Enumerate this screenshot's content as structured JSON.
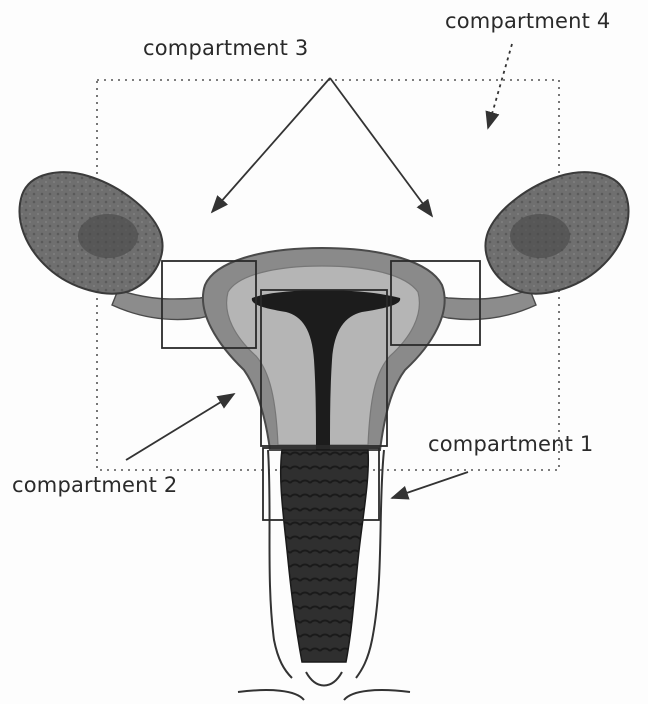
{
  "labels": {
    "compartment_1": "compartment 1",
    "compartment_2": "compartment 2",
    "compartment_3": "compartment 3",
    "compartment_4": "compartment 4"
  },
  "colors": {
    "ovary": "#6f6f6f",
    "ovary_core": "#4a4a4a",
    "tube": "#8c8c8c",
    "uterus_outer": "#8a8a8a",
    "uterus_inner": "#b5b5b5",
    "cavity": "#1c1c1c",
    "vagina": "#2f2f2f",
    "lines": "#333333"
  }
}
